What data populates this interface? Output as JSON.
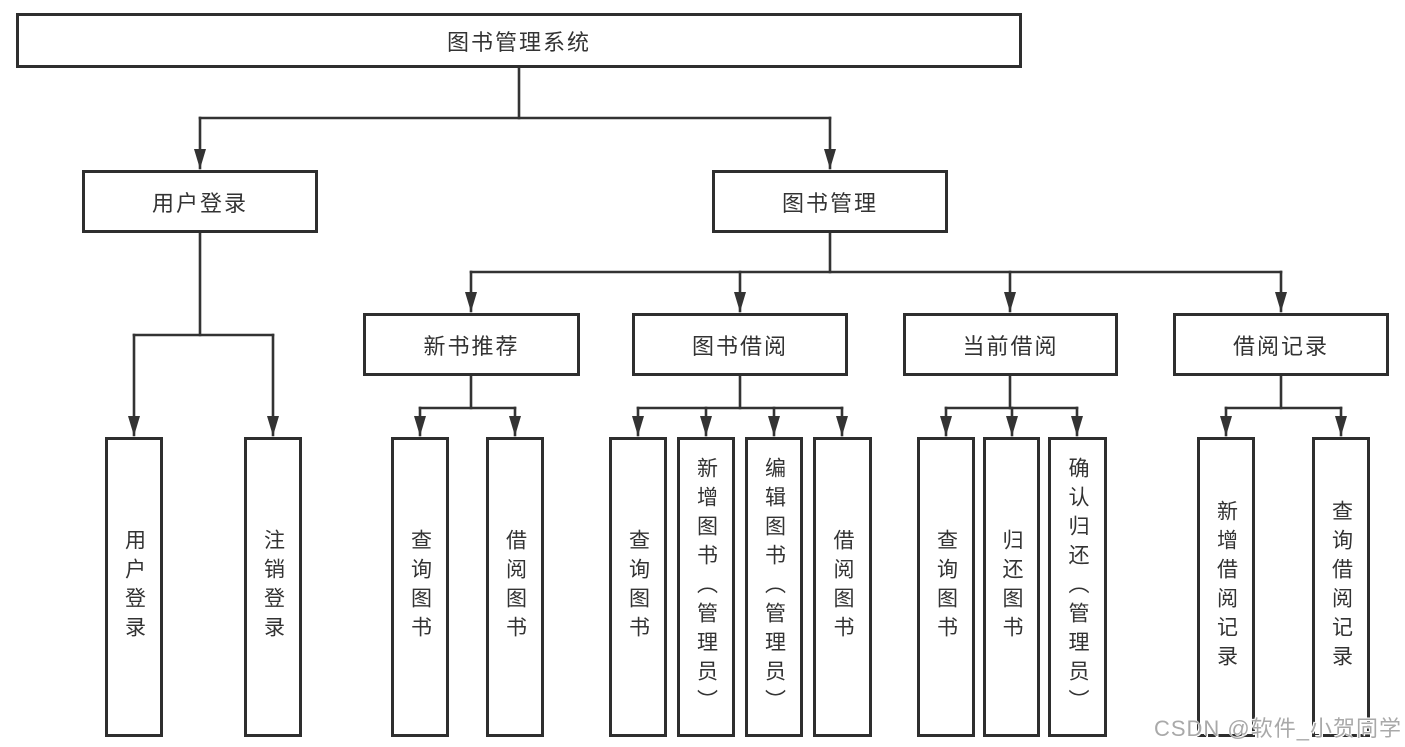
{
  "diagram_title": "图书管理系统",
  "nodes": {
    "root": "图书管理系统",
    "user_login": "用户登录",
    "book_mgmt": "图书管理",
    "new_books": "新书推荐",
    "book_borrow": "图书借阅",
    "current_borrow": "当前借阅",
    "borrow_records": "借阅记录",
    "user_login_children": [
      "用户登录",
      "注销登录"
    ],
    "new_books_children": [
      "查询图书",
      "借阅图书"
    ],
    "book_borrow_children": [
      "查询图书",
      "新增图书（管理员）",
      "编辑图书（管理员）",
      "借阅图书"
    ],
    "current_borrow_children": [
      "查询图书",
      "归还图书",
      "确认归还（管理员）"
    ],
    "borrow_records_children": [
      "新增借阅记录",
      "查询借阅记录"
    ]
  },
  "watermark": "CSDN @软件_小贺同学",
  "colors": {
    "line": "#333333",
    "box_border": "#2e2e2e",
    "box_background": "#ffffff",
    "text": "#333333",
    "watermark": "#a9a9a9",
    "page_background": "#ffffff"
  }
}
